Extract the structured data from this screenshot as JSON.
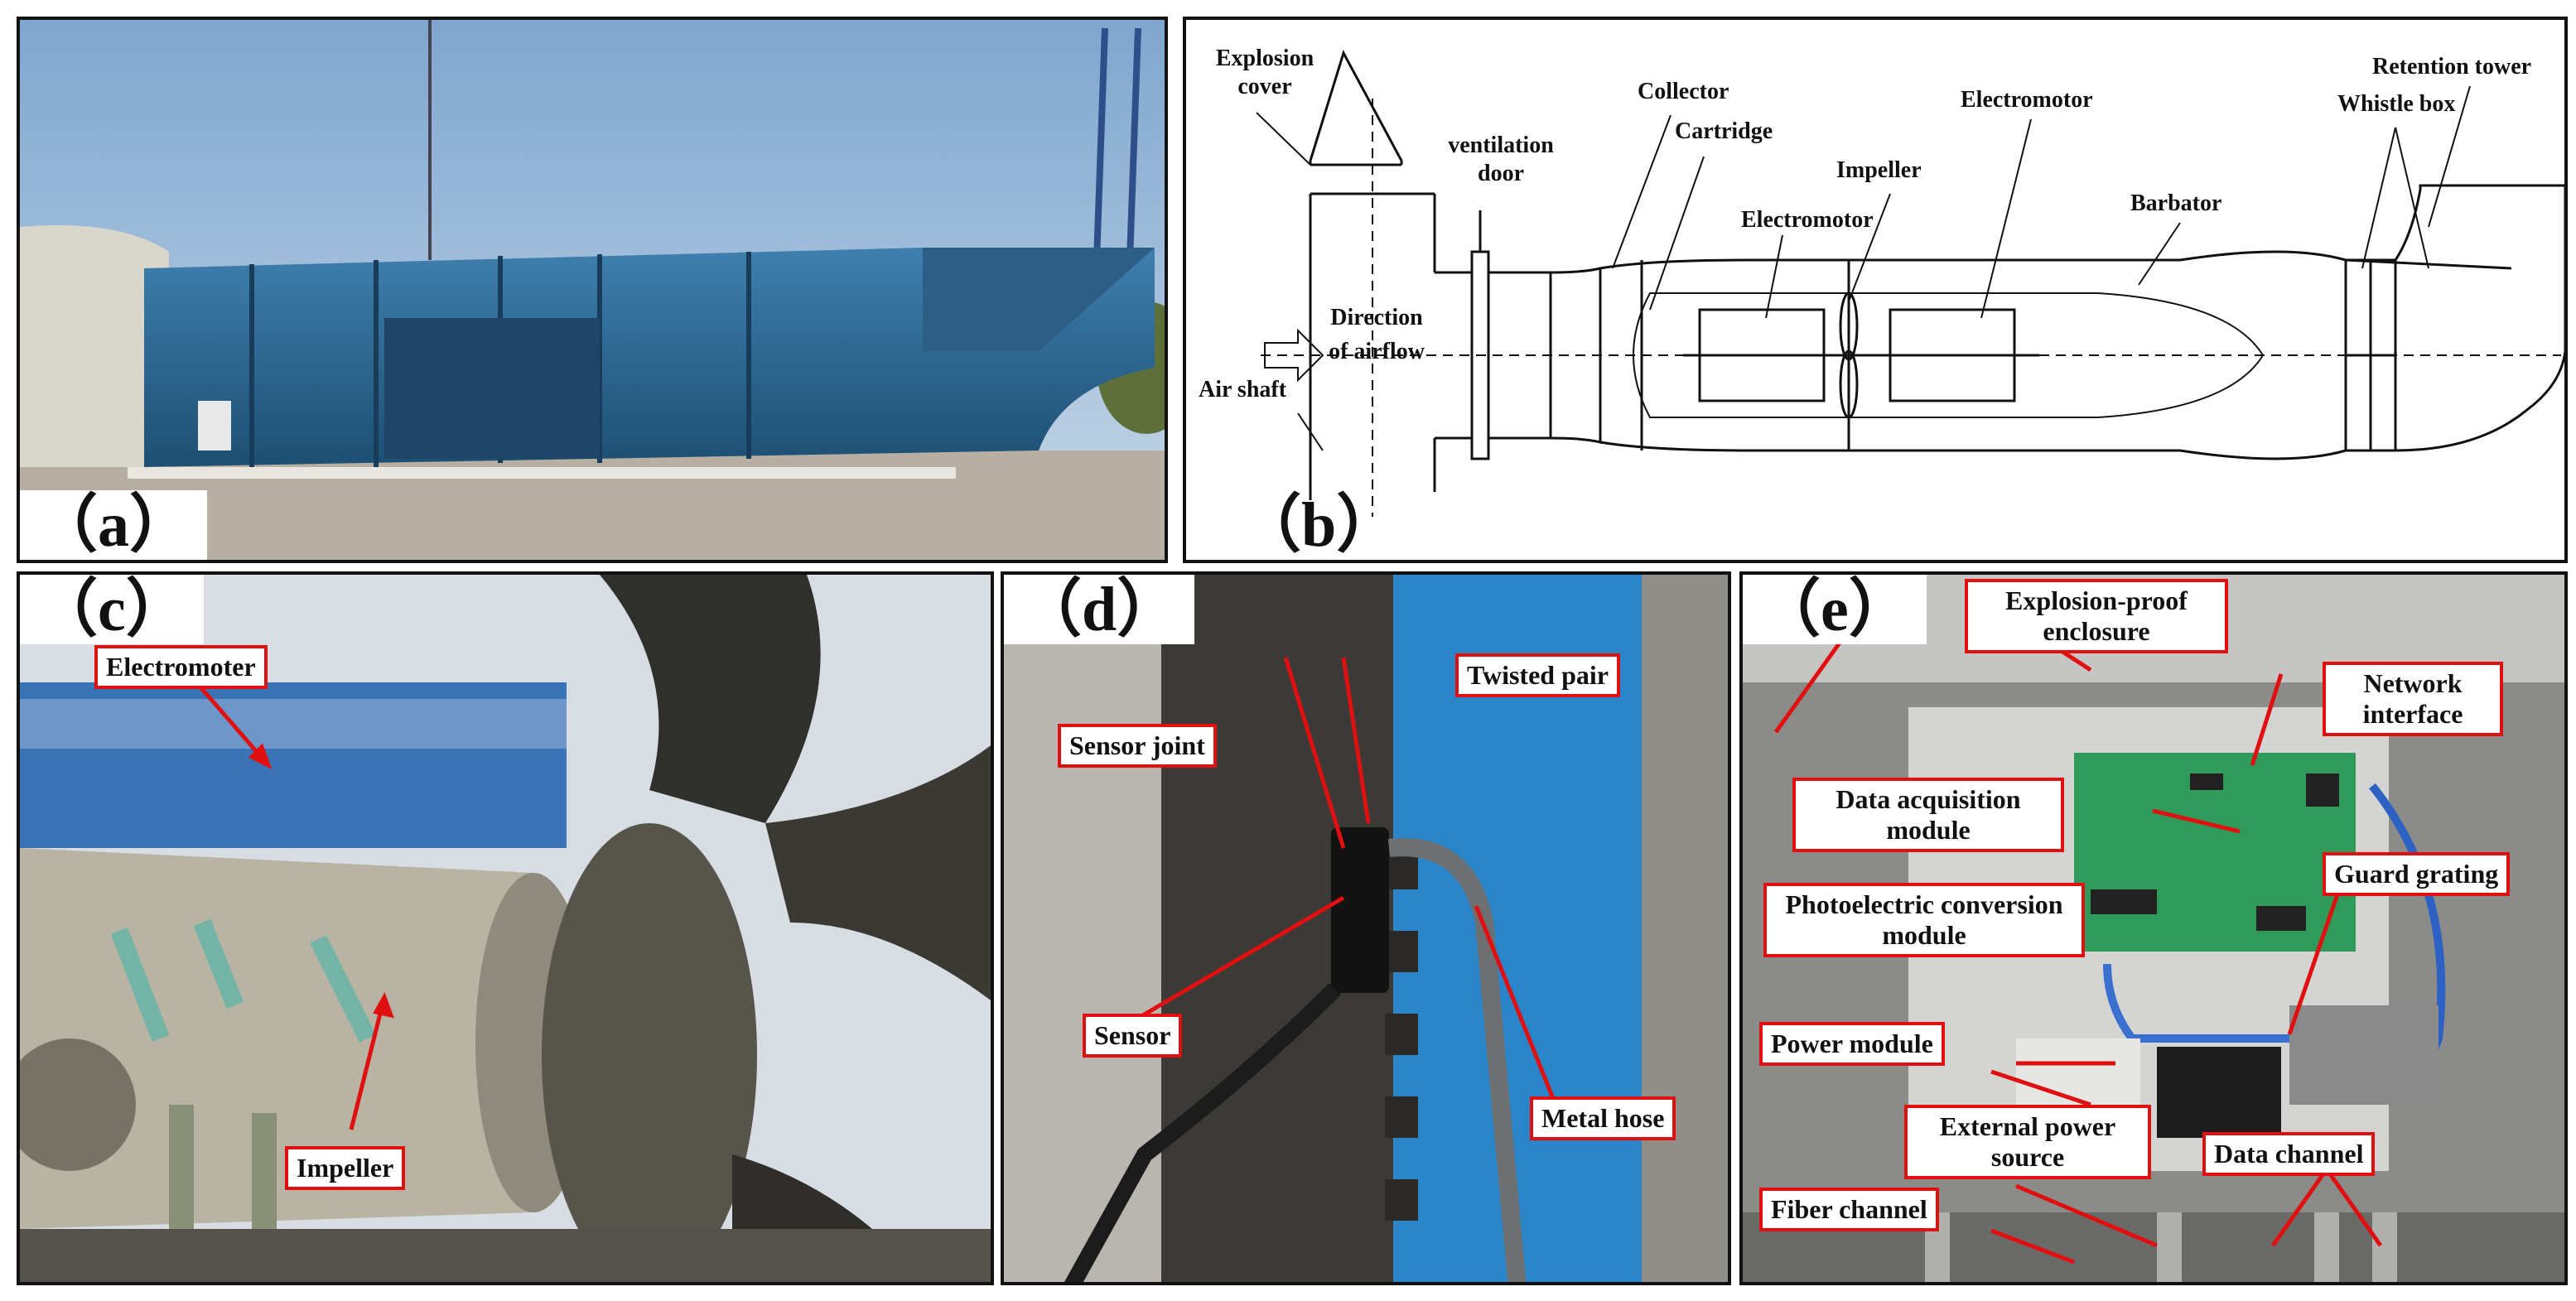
{
  "panel_labels": {
    "a": "（a）",
    "b": "（b）",
    "c": "（c）",
    "d": "（d）",
    "e": "（e）"
  },
  "diagram_b": {
    "explosion_cover": "Explosion cover",
    "ventilation_door": "ventilation door",
    "collector": "Collector",
    "cartridge": "Cartridge",
    "electromotor_1": "Electromotor",
    "impeller": "Impeller",
    "electromotor_2": "Electromotor",
    "barbator": "Barbator",
    "whistle_box": "Whistle box",
    "retention_tower": "Retention tower",
    "air_shaft": "Air shaft",
    "direction_of_airflow": "Direction of airflow"
  },
  "photo_c": {
    "electromoter": "Electromoter",
    "impeller": "Impeller"
  },
  "photo_d": {
    "twisted_pair": "Twisted pair",
    "sensor_joint": "Sensor joint",
    "sensor": "Sensor",
    "metal_hose": "Metal hose"
  },
  "photo_e": {
    "explosion_proof_enclosure": "Explosion-proof enclosure",
    "network_interface": "Network interface",
    "data_acquisition_module": "Data acquisition module",
    "guard_grating": "Guard grating",
    "photoelectric_conversion_module": "Photoelectric conversion module",
    "power_module": "Power module",
    "external_power_source": "External power source",
    "data_channel": "Data channel",
    "fiber_channel": "Fiber channel"
  },
  "colors": {
    "callout_red": "#e01010",
    "fan_blue": "#2f6d9a",
    "sky": "#9fc0de",
    "bg_blue": "#2a86c8"
  }
}
